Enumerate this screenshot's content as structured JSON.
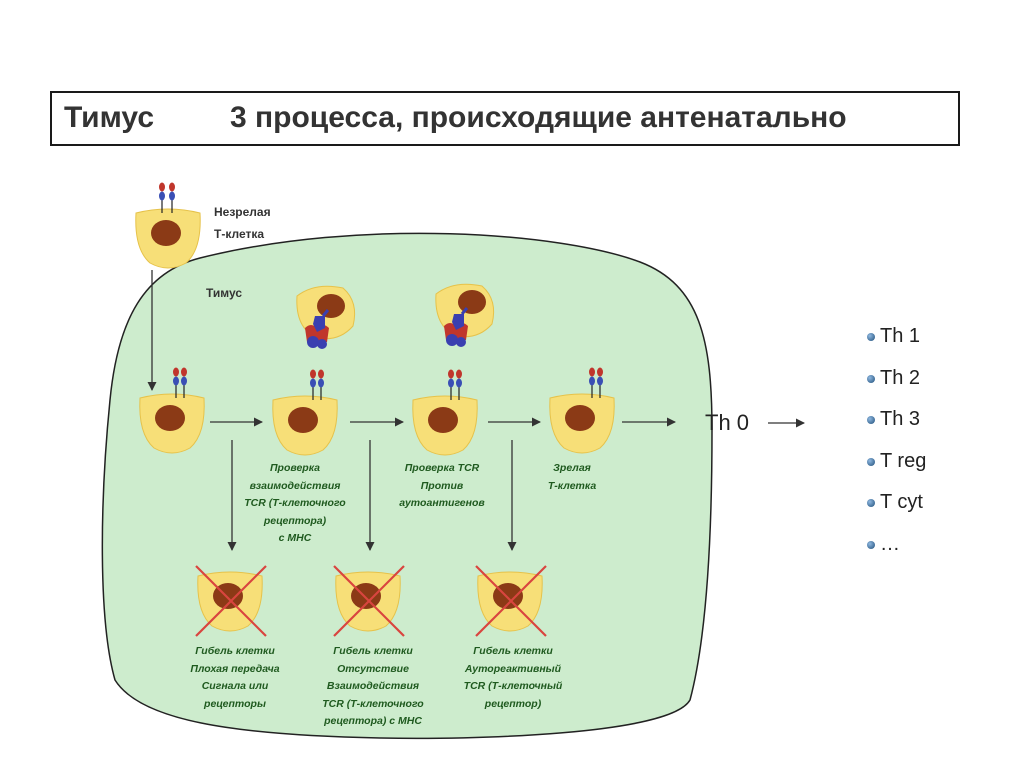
{
  "title": {
    "left": "Тимус",
    "right": "3 процесса, происходящие  антенатально"
  },
  "diagram": {
    "immature_label": [
      "Незрелая",
      "Т-клетка"
    ],
    "thymus_label": "Тимус",
    "steps": {
      "check1": [
        "Проверка",
        "взаимодействия",
        "TCR (Т-клеточного",
        "рецептора)",
        "с МНС"
      ],
      "check2": [
        "Проверка TCR",
        "Против",
        "аутоантигенов"
      ],
      "mature": [
        "Зрелая",
        "Т-клетка"
      ]
    },
    "deaths": {
      "d1": [
        "Гибель клетки",
        "Плохая передача",
        "Сигнала или",
        "рецепторы"
      ],
      "d2": [
        "Гибель клетки",
        "Отсутствие",
        "Взаимодействия",
        "TCR (Т-клеточного",
        "рецептора) с МНС"
      ],
      "d3": [
        "Гибель клетки",
        "Аутореактивный",
        "TCR (Т-клеточный",
        "рецептор)"
      ]
    }
  },
  "th0_label": "Th 0",
  "subsets": [
    "Th 1",
    "Th 2",
    "Th 3",
    "T reg",
    "T cyt",
    "…"
  ],
  "colors": {
    "thymus_fill": "#cdeccd",
    "cell_fill": "#f7df78",
    "nucleus": "#8b3a16",
    "cross": "#d9453f",
    "label_green": "#1f5a1f"
  }
}
